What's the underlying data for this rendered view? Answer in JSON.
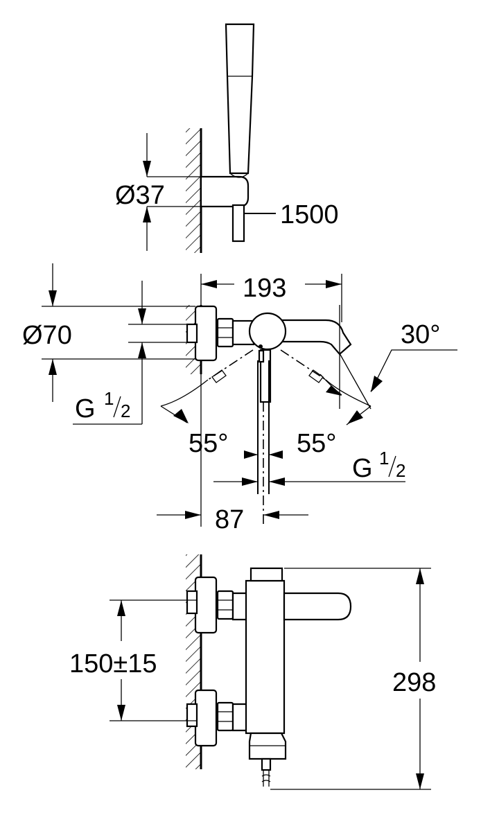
{
  "drawing": {
    "dim_diameter_holder": "Ø37",
    "dim_hose_length": "1500",
    "dim_width": "193",
    "dim_diameter_rosette": "Ø70",
    "dim_angle_spout": "30°",
    "dim_thread_left": "G",
    "dim_thread_left_num": "1",
    "dim_thread_left_den": "2",
    "dim_angle_left": "55°",
    "dim_angle_right": "55°",
    "dim_thread_right": "G",
    "dim_thread_right_num": "1",
    "dim_thread_right_den": "2",
    "dim_wall_offset": "87",
    "dim_centres": "150±15",
    "dim_height": "298"
  }
}
